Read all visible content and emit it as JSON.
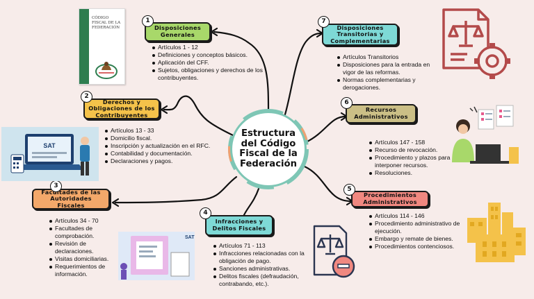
{
  "center_title": "Estructura del Código Fiscal de la Federación",
  "colors": {
    "background": "#f7ecea",
    "box1": "#a8d86a",
    "box2": "#f4c24a",
    "box3": "#f3a86a",
    "box4": "#7ed9d6",
    "box5": "#f08880",
    "box6": "#cbbf86",
    "box7": "#7ed9d6",
    "ring_teal": "#7ec6b5",
    "ring_orange": "#f0a070"
  },
  "sections": [
    {
      "number": "1",
      "title": "Disposiciones Generales",
      "items": [
        "Artículos 1 - 12",
        "Definiciones y conceptos básicos.",
        "Aplicación del CFF.",
        "Sujetos, obligaciones y derechos de los contribuyentes."
      ]
    },
    {
      "number": "2",
      "title": "Derechos y Obligaciones de los Contribuyentes",
      "items": [
        "Artículos 13 - 33",
        "Domicilio fiscal.",
        "Inscripción y actualización en el RFC.",
        "Contabilidad y documentación.",
        "Declaraciones y pagos."
      ]
    },
    {
      "number": "3",
      "title": "Facultades de las Autoridades Fiscales",
      "items": [
        "Artículos 34 - 70",
        "Facultades de comprobación.",
        "Revisión de declaraciones.",
        "Visitas domiciliarias.",
        "Requerimientos de información."
      ]
    },
    {
      "number": "4",
      "title": "Infracciones y Delitos Fiscales",
      "items": [
        "Artículos 71 - 113",
        "Infracciones relacionadas con la obligación de pago.",
        "Sanciones administrativas.",
        "Delitos fiscales (defraudación, contrabando, etc.)."
      ]
    },
    {
      "number": "5",
      "title": "Procedimientos Administrativos",
      "items": [
        "Artículos 114 - 146",
        "Procedimiento administrativo de ejecución.",
        "Embargo y remate de bienes.",
        "Procedimientos contenciosos."
      ]
    },
    {
      "number": "6",
      "title": "Recursos Administrativos",
      "items": [
        "Artículos 147 - 158",
        "Recurso de revocación.",
        "Procedimiento y plazos para interponer recursos.",
        "Resoluciones."
      ]
    },
    {
      "number": "7",
      "title": "Disposiciones Transitorias y Complementarias",
      "items": [
        "Artículos Transitorios",
        "Disposiciones para la entrada en vigor de las reformas.",
        "Normas complementarias y derogaciones."
      ]
    }
  ],
  "book_cover": {
    "title": "CÓDIGO FISCAL DE LA FEDERACIÓN"
  },
  "sat_logo_text": "SAT",
  "icons": [
    "law-document-icon",
    "gear-icon",
    "sat-laptop-illustration",
    "sat-documents-illustration",
    "legal-document-minus-icon",
    "woman-computer-illustration",
    "buildings-icon",
    "book-cover-image"
  ]
}
